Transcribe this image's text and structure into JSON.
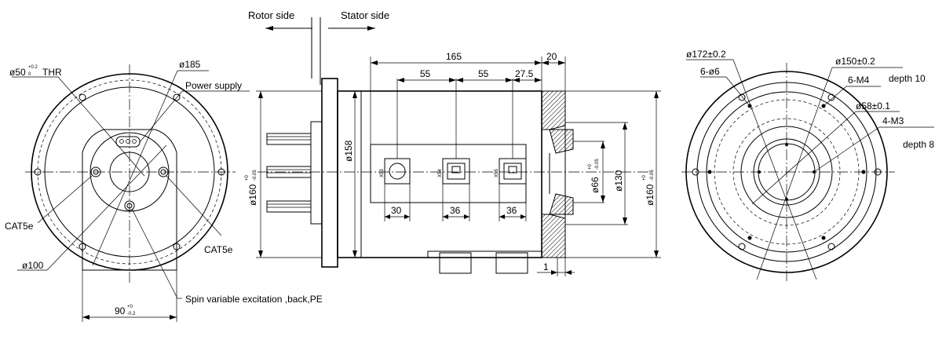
{
  "top": {
    "rotor_side": "Rotor side",
    "stator_side": "Stator side"
  },
  "left_view": {
    "thr": "ø50",
    "thr_tol_upper": "+0.2",
    "thr_tol_lower": "0",
    "thr_suffix": "THR",
    "d185": "ø185",
    "power_supply": "Power supply",
    "cat5e_left": "CAT5e",
    "cat5e_right": "CAT5e",
    "d100": "ø100",
    "width_90": "90",
    "width_90_tol_upper": "+0",
    "width_90_tol_lower": "-0.2",
    "spin_label": "Spin variable excitation ,back,PE"
  },
  "side_view": {
    "len_165": "165",
    "len_20": "20",
    "len_55a": "55",
    "len_55b": "55",
    "len_27_5": "27.5",
    "d158": "ø158",
    "d160_left": "ø160",
    "d160_left_tol_upper": "+0",
    "d160_left_tol_lower": "-0.05",
    "d66": "ø66",
    "d66_tol_upper": "+0",
    "d66_tol_lower": "-0.05",
    "d130": "ø130",
    "d160_right": "ø160",
    "d160_right_tol_upper": "+0",
    "d160_right_tol_lower": "-0.05",
    "w30": "30",
    "w36a": "36",
    "w36b": "36",
    "len_1": "1",
    "conn_x3": "X53",
    "conn_x4": "X54",
    "conn_x5": "X55"
  },
  "right_view": {
    "d172": "ø172±0.2",
    "d150": "ø150±0.2",
    "holes_6": "6-ø6",
    "m4": "6-M4",
    "depth10": "depth 10",
    "d58": "ø58±0.1",
    "m3": "4-M3",
    "depth8": "depth 8"
  }
}
